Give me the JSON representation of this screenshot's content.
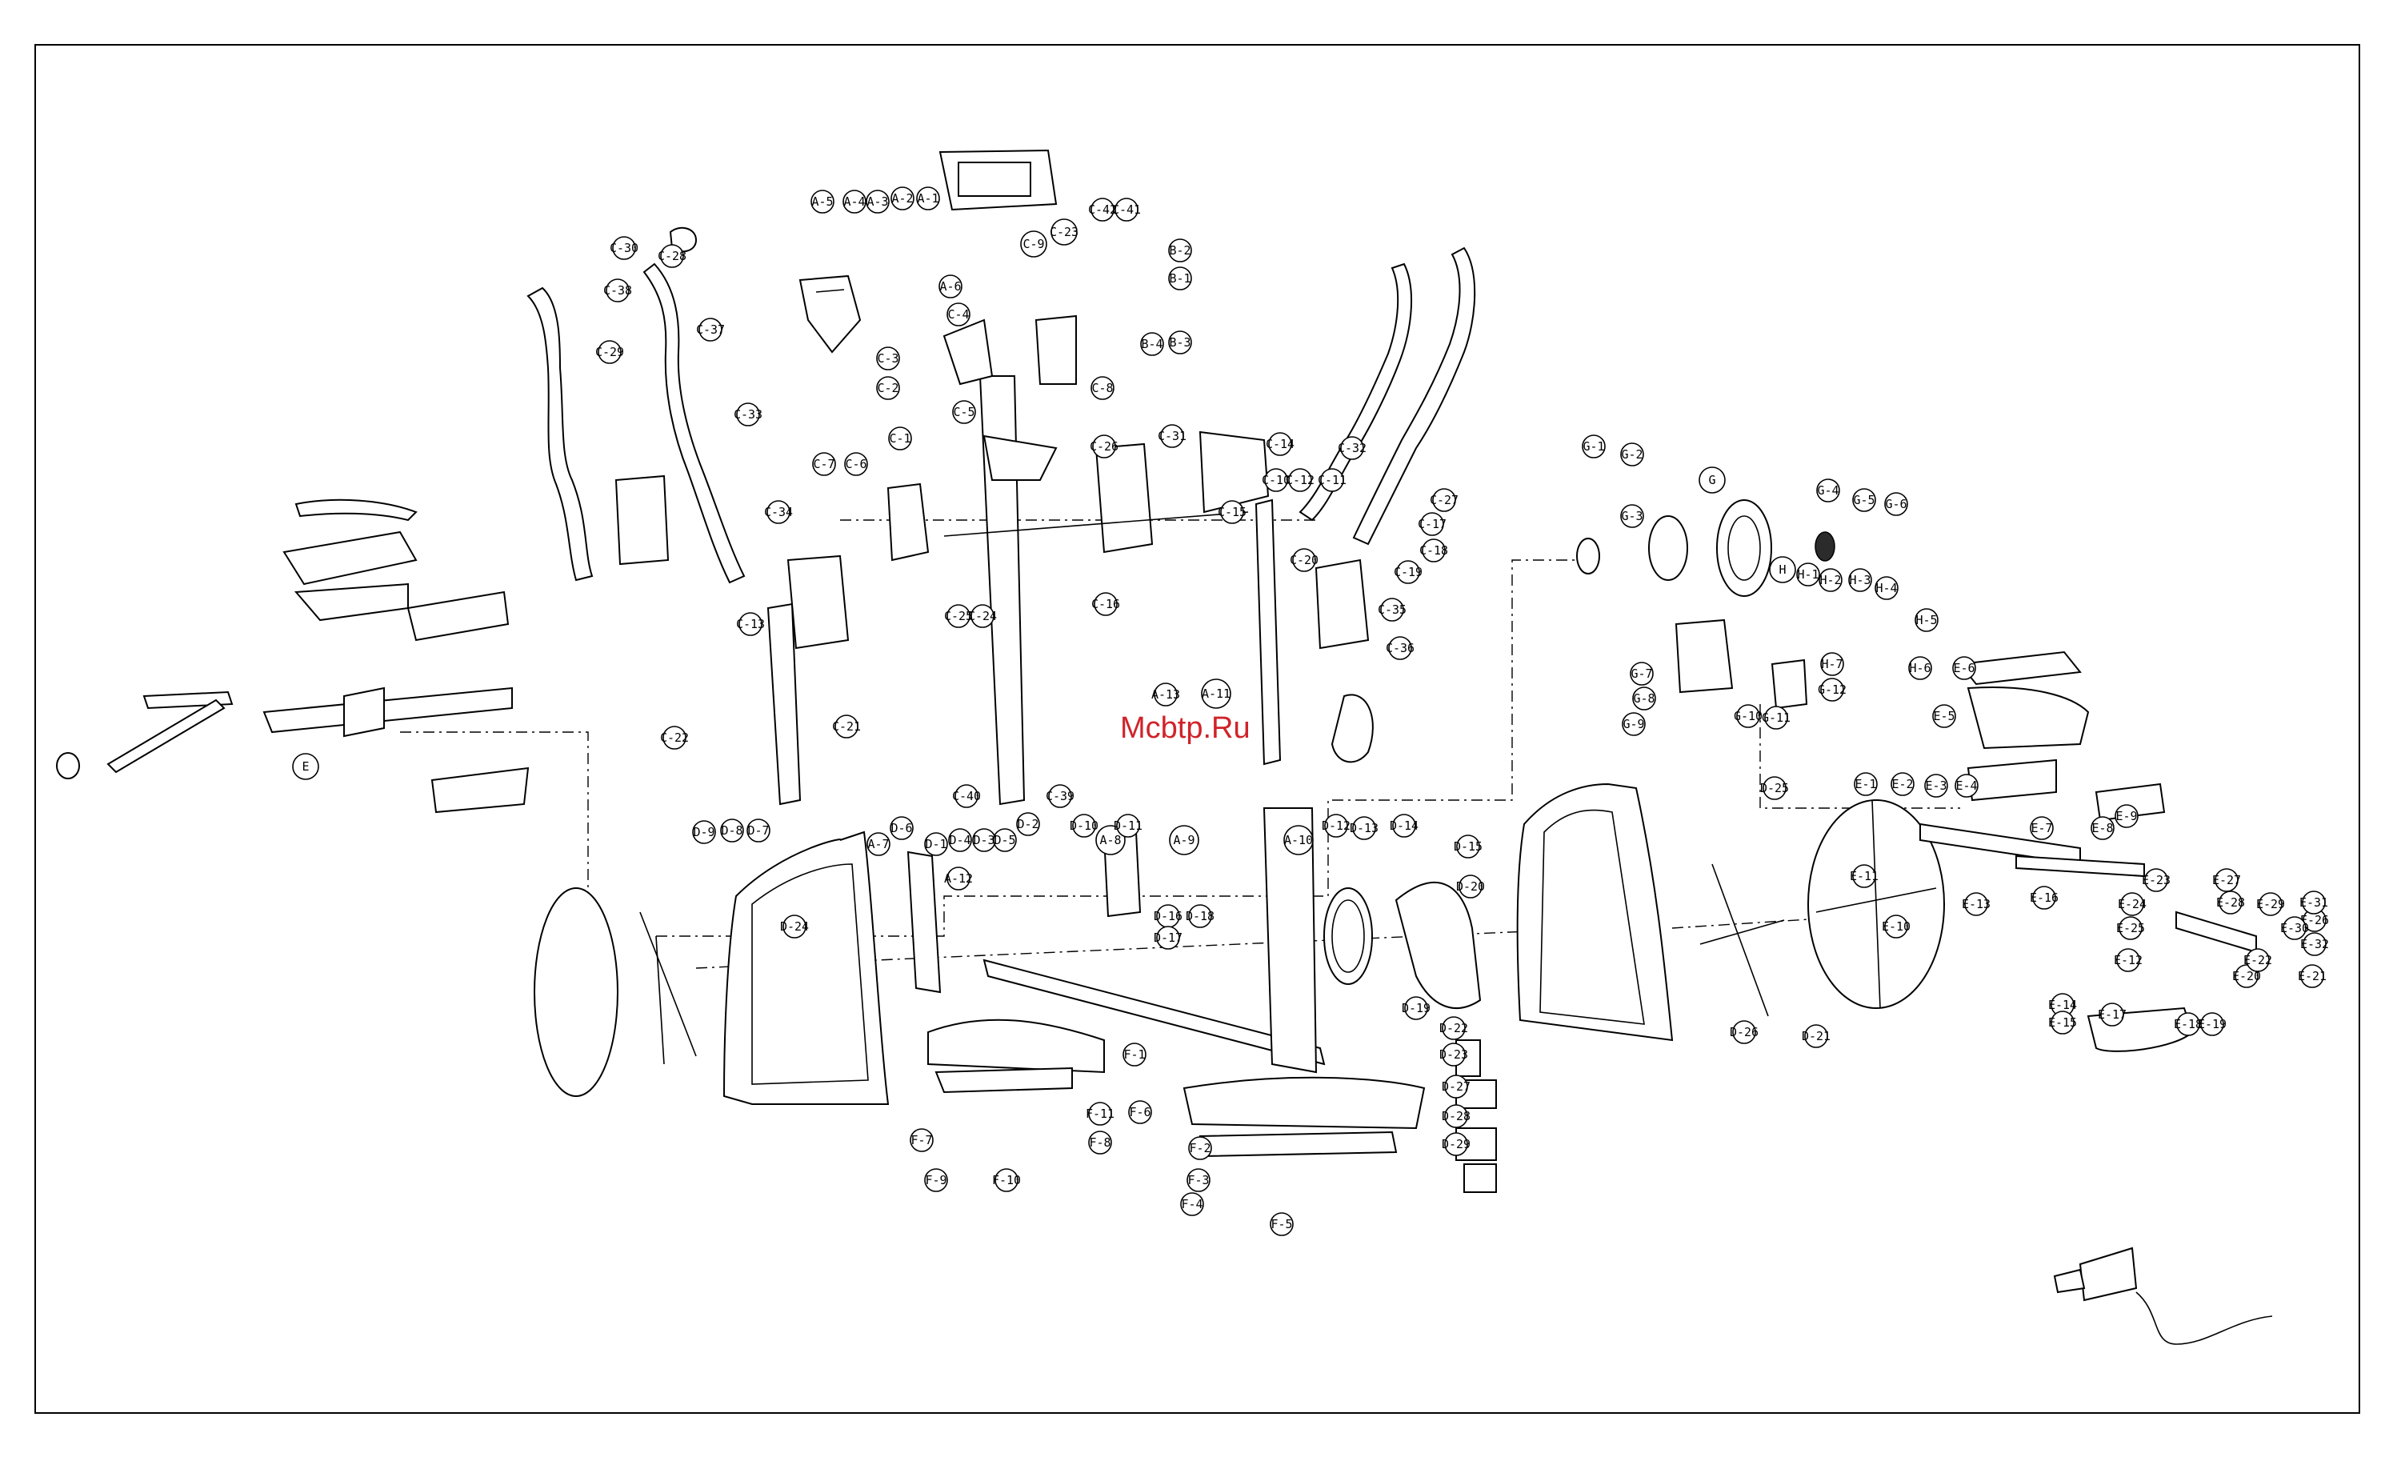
{
  "watermark": "Mcbtp.Ru",
  "labels": {
    "A-1": "A-1",
    "A-2": "A-2",
    "A-3": "A-3",
    "A-4": "A-4",
    "A-5": "A-5",
    "A-6": "A-6",
    "A-7": "A-7",
    "A-8": "A-8",
    "A-9": "A-9",
    "A-10": "A-10",
    "A-11": "A-11",
    "A-12": "A-12",
    "A-13": "A-13",
    "B-1": "B-1",
    "B-2": "B-2",
    "B-3": "B-3",
    "B-4": "B-4",
    "C-1": "C-1",
    "C-2": "C-2",
    "C-3": "C-3",
    "C-4": "C-4",
    "C-5": "C-5",
    "C-6": "C-6",
    "C-7": "C-7",
    "C-8": "C-8",
    "C-9": "C-9",
    "C-10": "C-10",
    "C-11": "C-11",
    "C-12": "C-12",
    "C-13": "C-13",
    "C-14": "C-14",
    "C-15": "C-15",
    "C-16": "C-16",
    "C-17": "C-17",
    "C-18": "C-18",
    "C-19": "C-19",
    "C-20": "C-20",
    "C-21": "C-21",
    "C-22": "C-22",
    "C-23": "C-23",
    "C-24": "C-24",
    "C-25": "C-25",
    "C-26": "C-26",
    "C-27": "C-27",
    "C-28": "C-28",
    "C-29": "C-29",
    "C-30": "C-30",
    "C-31": "C-31",
    "C-32": "C-32",
    "C-33": "C-33",
    "C-34": "C-34",
    "C-35": "C-35",
    "C-36": "C-36",
    "C-37": "C-37",
    "C-38": "C-38",
    "C-39": "C-39",
    "C-40": "C-40",
    "C-41": "C-41",
    "C-42": "C-42",
    "D-1": "D-1",
    "D-2": "D-2",
    "D-3": "D-3",
    "D-4": "D-4",
    "D-5": "D-5",
    "D-6": "D-6",
    "D-7": "D-7",
    "D-8": "D-8",
    "D-9": "D-9",
    "D-10": "D-10",
    "D-11": "D-11",
    "D-12": "D-12",
    "D-13": "D-13",
    "D-14": "D-14",
    "D-15": "D-15",
    "D-16": "D-16",
    "D-17": "D-17",
    "D-18": "D-18",
    "D-19": "D-19",
    "D-20": "D-20",
    "D-21": "D-21",
    "D-22": "D-22",
    "D-23": "D-23",
    "D-24": "D-24",
    "D-25": "D-25",
    "D-26": "D-26",
    "D-27": "D-27",
    "D-28": "D-28",
    "D-29": "D-29",
    "E": "E",
    "E-1": "E-1",
    "E-2": "E-2",
    "E-3": "E-3",
    "E-4": "E-4",
    "E-5": "E-5",
    "E-6": "E-6",
    "E-7": "E-7",
    "E-8": "E-8",
    "E-9": "E-9",
    "E-10": "E-10",
    "E-11": "E-11",
    "E-12": "E-12",
    "E-13": "E-13",
    "E-14": "E-14",
    "E-15": "E-15",
    "E-16": "E-16",
    "E-17": "E-17",
    "E-18": "E-18",
    "E-19": "E-19",
    "E-20": "E-20",
    "E-21": "E-21",
    "E-22": "E-22",
    "E-23": "E-23",
    "E-24": "E-24",
    "E-25": "E-25",
    "E-26": "E-26",
    "E-27": "E-27",
    "E-28": "E-28",
    "E-29": "E-29",
    "E-30": "E-30",
    "E-31": "E-31",
    "E-32": "E-32",
    "F-1": "F-1",
    "F-2": "F-2",
    "F-3": "F-3",
    "F-4": "F-4",
    "F-5": "F-5",
    "F-6": "F-6",
    "F-7": "F-7",
    "F-8": "F-8",
    "F-9": "F-9",
    "F-10": "F-10",
    "F-11": "F-11",
    "G": "G",
    "G-1": "G-1",
    "G-2": "G-2",
    "G-3": "G-3",
    "G-4": "G-4",
    "G-5": "G-5",
    "G-6": "G-6",
    "G-7": "G-7",
    "G-8": "G-8",
    "G-9": "G-9",
    "G-10": "G-10",
    "G-11": "G-11",
    "G-12": "G-12",
    "H": "H",
    "H-1": "H-1",
    "H-2": "H-2",
    "H-3": "H-3",
    "H-4": "H-4",
    "H-5": "H-5",
    "H-6": "H-6",
    "H-7": "H-7"
  },
  "colors": {
    "ink": "#000000",
    "watermark": "#d0232a",
    "background": "#ffffff"
  }
}
